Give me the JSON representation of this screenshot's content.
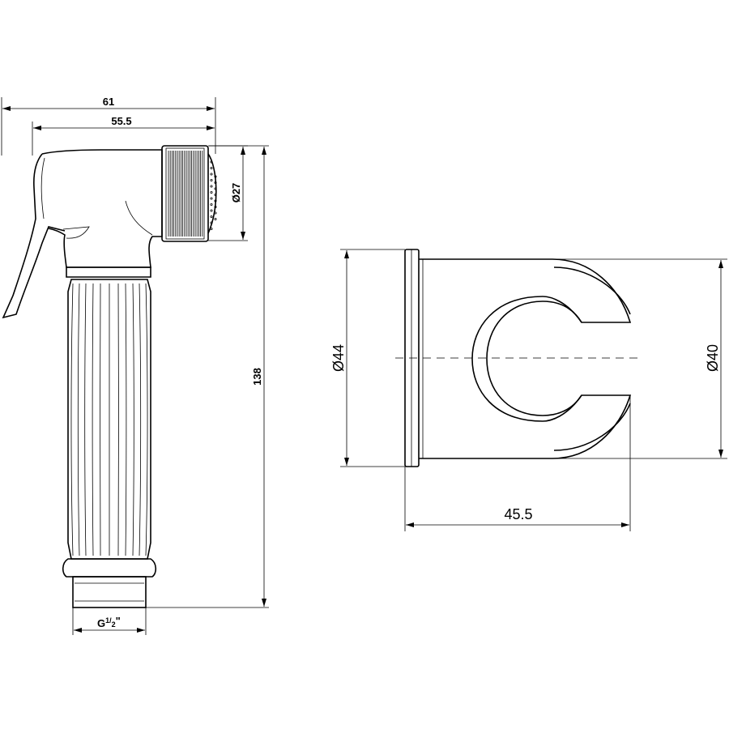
{
  "dimensions": {
    "overall_width": "61",
    "body_width": "55.5",
    "nozzle_diameter": "Ø27",
    "overall_height": "138",
    "thread": {
      "prefix": "G",
      "num": "1",
      "den": "2",
      "suffix": "\""
    },
    "holder_outer_diameter": "Ø44",
    "holder_inner_diameter": "Ø40",
    "holder_depth": "45.5"
  },
  "colors": {
    "line": "#000000",
    "background": "#ffffff"
  }
}
